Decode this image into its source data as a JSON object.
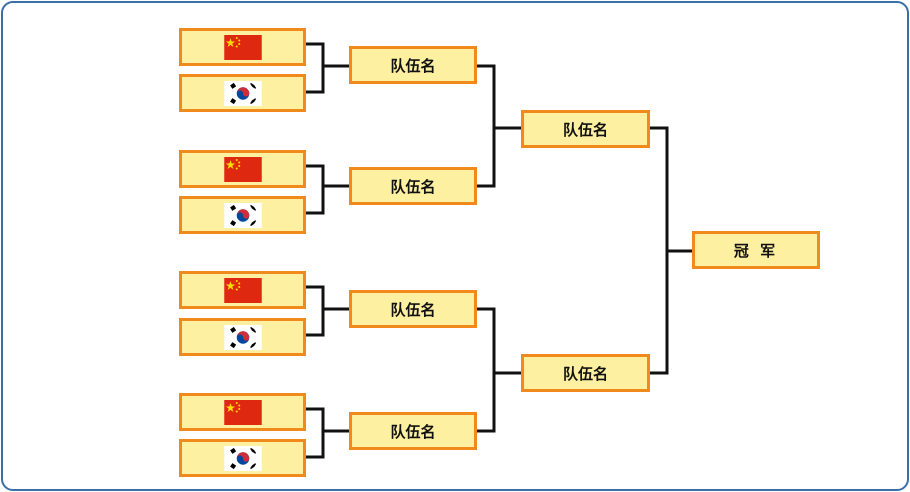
{
  "bracket": {
    "round1": [
      {
        "flag": "china-flag-icon"
      },
      {
        "flag": "korea-flag-icon"
      },
      {
        "flag": "china-flag-icon"
      },
      {
        "flag": "korea-flag-icon"
      },
      {
        "flag": "china-flag-icon"
      },
      {
        "flag": "korea-flag-icon"
      },
      {
        "flag": "china-flag-icon"
      },
      {
        "flag": "korea-flag-icon"
      }
    ],
    "round2": [
      "队伍名",
      "队伍名",
      "队伍名",
      "队伍名"
    ],
    "round3": [
      "队伍名",
      "队伍名"
    ],
    "champion": "冠 军"
  },
  "colors": {
    "box_fill": "#fdf0a0",
    "box_border": "#f08a1c",
    "connector": "#111111",
    "frame_border": "#3a6fa8"
  }
}
